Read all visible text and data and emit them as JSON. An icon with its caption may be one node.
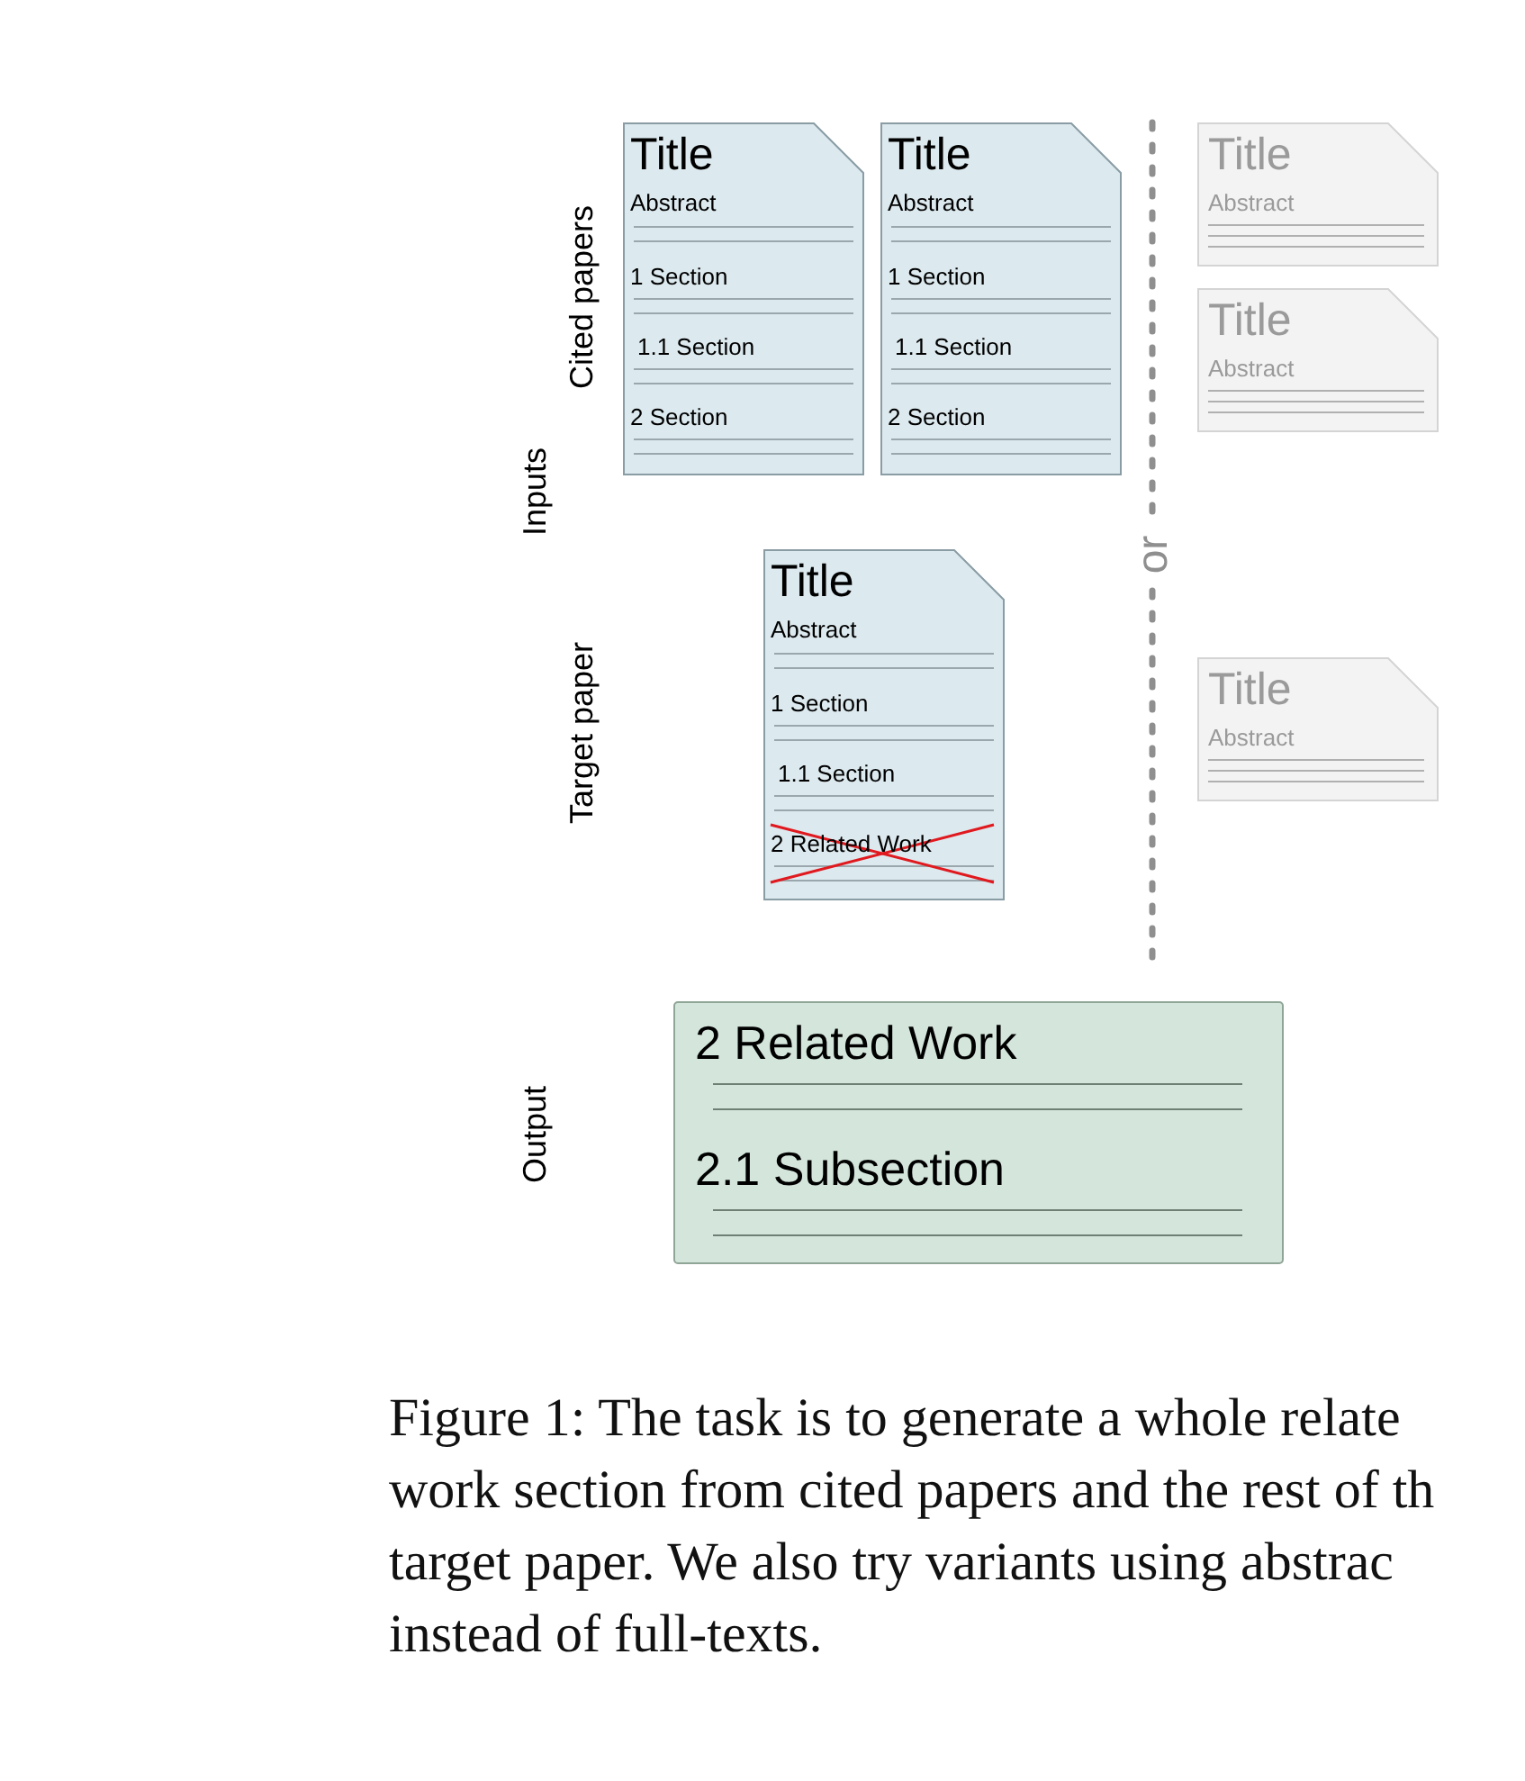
{
  "diagram": {
    "caption": "Figure 1: The task is to generate a whole relate work section from cited papers and the rest of th target paper. We also try variants using abstrac instead of full-texts.",
    "nodes": [
      {
        "text": [
          "Title",
          "Abstract",
          "1 Section",
          "1.1 Section",
          "2 Section"
        ]
      },
      {
        "text": [
          "Title",
          "Abstract",
          "1 Section",
          "1.1 Section",
          "2 Section"
        ]
      },
      {
        "text": [
          "Title",
          "Abstract",
          "1 Section",
          "1.1 Section",
          "2 Related Work"
        ]
      },
      {
        "text": [
          "Title",
          "Abstract"
        ]
      },
      {
        "text": [
          "Title",
          "Abstract"
        ]
      },
      {
        "text": [
          "Title",
          "Abstract"
        ]
      },
      {
        "text": [
          "2 Related Work",
          "2.1 Subsection"
        ]
      }
    ],
    "edges": [],
    "labels": [
      "Cited papers",
      "Inputs",
      "or",
      "Target paper",
      "Output"
    ]
  }
}
